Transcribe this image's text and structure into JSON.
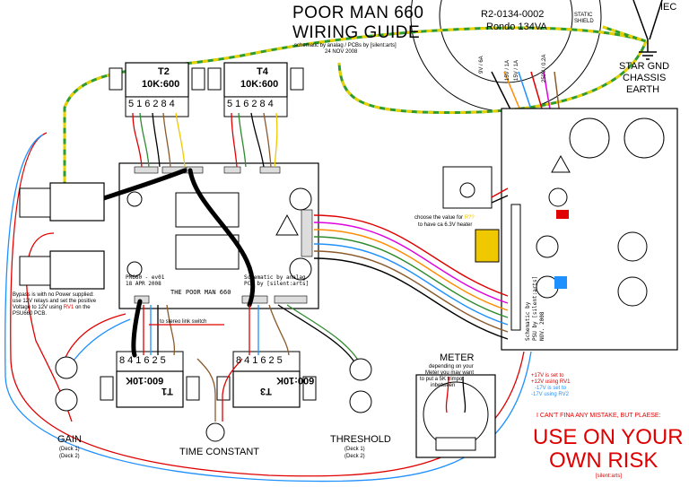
{
  "header": {
    "title_line1": "POOR MAN 660",
    "title_line2": "WIRING GUIDE",
    "credits": "schematic by analag / PCBs by [silent:arts]",
    "date": "24 NOV 2008"
  },
  "mains_transformer": {
    "part_number": "R2-0134-0002",
    "rating": "Rondo 134VA",
    "static_shield": [
      "STATIC",
      "SHIELD"
    ],
    "secondaries": [
      "9V / 6A",
      "15V / 1A",
      "15V / 1A",
      "250V / 0.2A"
    ]
  },
  "iec": "IEC",
  "ground": [
    "STAR GND",
    "CHASSIS",
    "EARTH"
  ],
  "transformers": {
    "t2": {
      "name": "T2",
      "ratio": "10K:600",
      "pins": [
        "5",
        "1",
        "6",
        "2",
        "8",
        "4"
      ]
    },
    "t4": {
      "name": "T4",
      "ratio": "10K:600",
      "pins": [
        "5",
        "1",
        "6",
        "2",
        "8",
        "4"
      ]
    },
    "t1": {
      "name": "T1",
      "ratio": "600:10K",
      "pins": [
        "8",
        "4",
        "1",
        "6",
        "2",
        "5"
      ]
    },
    "t3": {
      "name": "T3",
      "ratio": "600:10K",
      "pins": [
        "8",
        "4",
        "1",
        "6",
        "2",
        "5"
      ]
    }
  },
  "main_pcb": {
    "title": "THE POOR MAN 660",
    "rev": "PM660 - ev01",
    "date": "18 APR 2008",
    "credit_1": "Schematic by analag",
    "credit_2": "PCB by [silent:arts]"
  },
  "psu_pcb": {
    "label_1": "Schematic by",
    "label_2": "PSU by [silent:arts]",
    "label_3": "NOV. 2008"
  },
  "notes": {
    "bypass_1": "Bypass is with no Power supplied:",
    "bypass_2": "use 12V relays and set the positive",
    "bypass_3": "Voltage to 12V using ",
    "bypass_rv1": "RV1",
    "bypass_4": " on the",
    "bypass_5": "PSU660 PCB.",
    "heater_1": "choose the value for ",
    "heater_r": "R??",
    "heater_2": "to have ca 6.3V heater",
    "link": "to stereo link switch",
    "meter_1": "depending on your",
    "meter_2": "Meter you may want",
    "meter_3": "to put a 5K trimpot",
    "meter_4": "inbetween",
    "rails": [
      "+17V is set to",
      "+12V using RV1",
      "-17V is set to",
      "-17V using RV2"
    ],
    "disclaimer_top": "I CAN'T FINA ANY MISTAKE, BUT PLAESE:",
    "disclaimer_1": "USE ON YOUR",
    "disclaimer_2": "OWN RISK",
    "disclaimer_sig": "[silent:arts]"
  },
  "controls": {
    "meter": "METER",
    "gain": "GAIN",
    "gain_deck1": "(Deck 1)",
    "gain_deck2": "(Deck 2)",
    "time_constant": "TIME CONSTANT",
    "threshold": "THRESHOLD",
    "threshold_deck1": "(Deck 1)",
    "threshold_deck2": "(Deck 2)"
  },
  "colors": {
    "wire_red": "#e00000",
    "wire_blue": "#1e90ff",
    "wire_green": "#2e8b2e",
    "wire_yellow": "#f0c800",
    "wire_orange": "#ff8c00",
    "wire_magenta": "#e000e0",
    "wire_brown": "#8b5a2b",
    "ground_green": "#2e9b2e",
    "ground_yellow": "#e8d000"
  }
}
